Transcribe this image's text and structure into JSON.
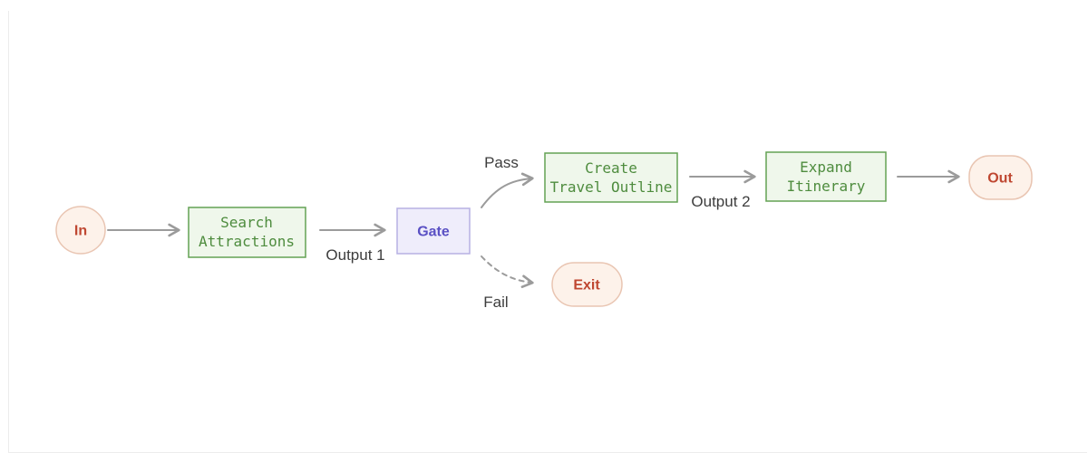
{
  "nodes": {
    "in": {
      "label": "In",
      "kind": "input-terminal"
    },
    "search": {
      "line1": "Search",
      "line2": "Attractions",
      "kind": "task"
    },
    "gate": {
      "label": "Gate",
      "kind": "gate"
    },
    "create": {
      "line1": "Create",
      "line2": "Travel Outline",
      "kind": "task"
    },
    "expand": {
      "line1": "Expand",
      "line2": "Itinerary",
      "kind": "task"
    },
    "exit": {
      "label": "Exit",
      "kind": "exit-terminal"
    },
    "out": {
      "label": "Out",
      "kind": "output-terminal"
    }
  },
  "edges": {
    "search_to_gate": {
      "label": "Output 1"
    },
    "gate_pass": {
      "label": "Pass"
    },
    "gate_fail": {
      "label": "Fail"
    },
    "create_to_expand": {
      "label": "Output 2"
    }
  },
  "colors": {
    "task_fill": "#eff7eb",
    "task_border": "#64a254",
    "task_text": "#4e8c3e",
    "gate_fill": "#efedfb",
    "gate_border": "#b7b1e3",
    "gate_text": "#5a50c4",
    "terminal_fill": "#fdf2ea",
    "terminal_border": "#e9c5b2",
    "terminal_text": "#bf4731",
    "edge_stroke": "#9b9b9b",
    "edge_label_text": "#3d3d3d",
    "canvas_background": "#ffffff",
    "panel_border": "#ececec"
  }
}
